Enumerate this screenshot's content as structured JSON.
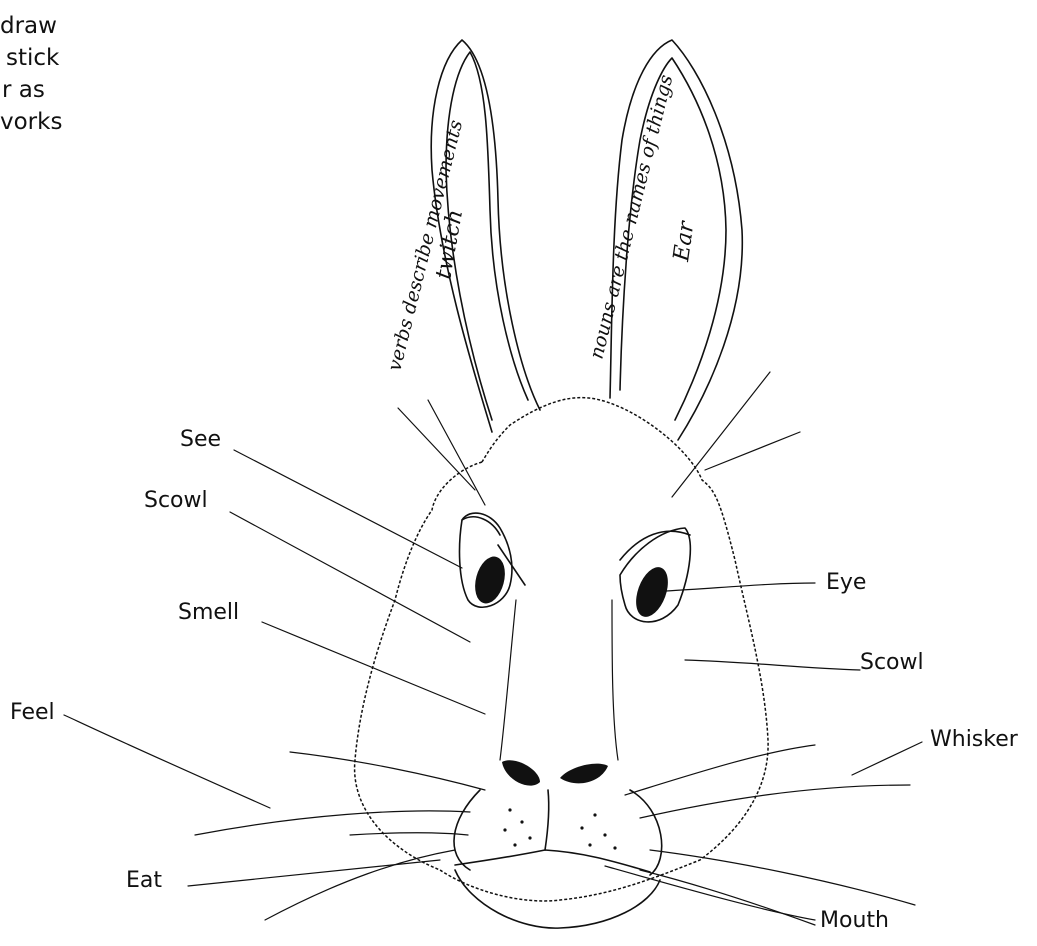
{
  "intro": {
    "lines": [
      "draw",
      "stick",
      "r as",
      "vorks"
    ]
  },
  "ears": {
    "left_caption": "verbs describe movements",
    "left_word": "twitch",
    "right_caption": "nouns are the names of things",
    "right_word": "Ear"
  },
  "labels": {
    "see": "See",
    "scowl_left": "Scowl",
    "smell": "Smell",
    "feel": "Feel",
    "eat": "Eat",
    "eye": "Eye",
    "scowl_right": "Scowl",
    "whisker": "Whisker",
    "mouth": "Mouth"
  }
}
